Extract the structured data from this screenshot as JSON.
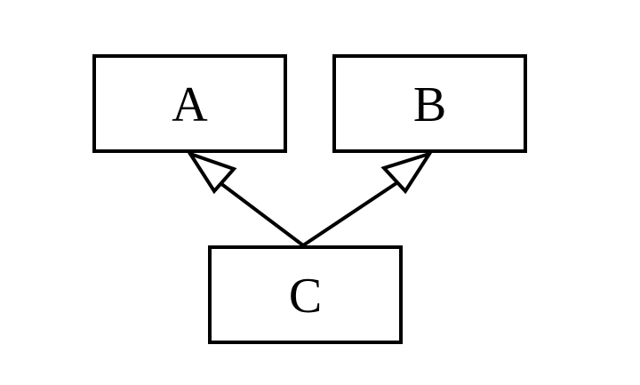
{
  "diagram": {
    "type": "inheritance",
    "nodes": {
      "a": {
        "label": "A"
      },
      "b": {
        "label": "B"
      },
      "c": {
        "label": "C"
      }
    },
    "edges": [
      {
        "from": "C",
        "to": "A",
        "arrowhead": "hollow-triangle"
      },
      {
        "from": "C",
        "to": "B",
        "arrowhead": "hollow-triangle"
      }
    ],
    "colors": {
      "stroke": "#000000",
      "fill": "#ffffff",
      "background": "#ffffff"
    }
  }
}
